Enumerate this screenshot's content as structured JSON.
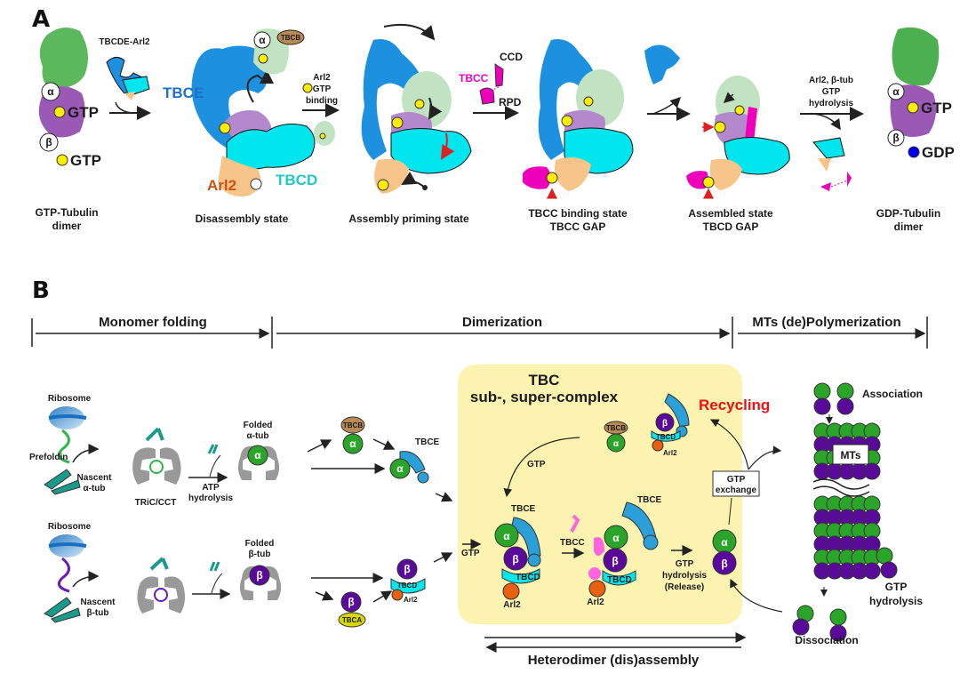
{
  "panel_a": {
    "label": "A",
    "tbcde_arl2": "TBCDE-Arl2",
    "alpha": "α",
    "beta": "β",
    "gtp": "GTP",
    "gdp": "GDP",
    "tbce": "TBCE",
    "tbcd": "TBCD",
    "tbcb": "TBCB",
    "tbcc": "TBCC",
    "arl2": "Arl2",
    "ccd": "CCD",
    "rpd": "RPD",
    "step_arl2_gtp": [
      "Arl2",
      "GTP",
      "binding"
    ],
    "step_hydrolysis": [
      "Arl2, β-tub",
      "GTP",
      "hydrolysis"
    ],
    "states": [
      [
        "GTP-Tubulin",
        "dimer"
      ],
      [
        "Disassembly state"
      ],
      [
        "Assembly priming state"
      ],
      [
        "TBCC binding state",
        "TBCC  GAP"
      ],
      [
        "Assembled state",
        "TBCD GAP"
      ],
      [
        "GDP-Tubulin",
        "dimer"
      ]
    ],
    "colors": {
      "alpha_tubulin": "#5cb85c",
      "beta_tubulin": "#9b59b6",
      "tbce": "#1e90e0",
      "tbcd": "#00e5ee",
      "arl2": "#f7c48a",
      "tbcc": "#ee00bb",
      "gtp_dot": "#ffee00",
      "gdp_dot": "#0000ee"
    }
  },
  "panel_b": {
    "label": "B",
    "phases": [
      "Monomer folding",
      "Dimerization",
      "MTs (de)Polymerization"
    ],
    "ribosome": "Ribosome",
    "prefoldin": "Prefoldin",
    "nascent_alpha": [
      "Nascent",
      "α-tub"
    ],
    "nascent_beta": [
      "Nascent",
      "β-tub"
    ],
    "tric": "TRiC/CCT",
    "atp": [
      "ATP",
      "hydrolysis"
    ],
    "folded_alpha": [
      "Folded",
      "α-tub"
    ],
    "folded_beta": [
      "Folded",
      "β-tub"
    ],
    "tbcb": "TBCB",
    "tbca": "TBCA",
    "tbce": "TBCE",
    "tbcd": "TBCD",
    "tbcc": "TBCC",
    "arl2": "Arl2",
    "alpha": "α",
    "beta": "β",
    "box_title": [
      "TBC",
      "sub-, super-complex"
    ],
    "recycling": "Recycling",
    "gtp": "GTP",
    "gtp_exchange": [
      "GTP",
      "exchange"
    ],
    "gtp_hydrolysis_release": [
      "GTP",
      "hydrolysis",
      "(Release)"
    ],
    "association": "Association",
    "mts": "MTs",
    "mt_gtp_hydrolysis": [
      "GTP",
      "hydrolysis"
    ],
    "dissociation": "Dissociation",
    "heterodimer": "Heterodimer (dis)assembly",
    "colors": {
      "box_bg": "#fdf3b0",
      "recycling": "#ee1111",
      "alpha": "#2aa52a",
      "beta": "#5a0a9a",
      "tbce": "#2a9fd8",
      "tbcd": "#00e8ee",
      "tbcb": "#b88a55",
      "tbca": "#d8d800",
      "arl2": "#e86010",
      "tbcc": "#ff66dd"
    }
  }
}
